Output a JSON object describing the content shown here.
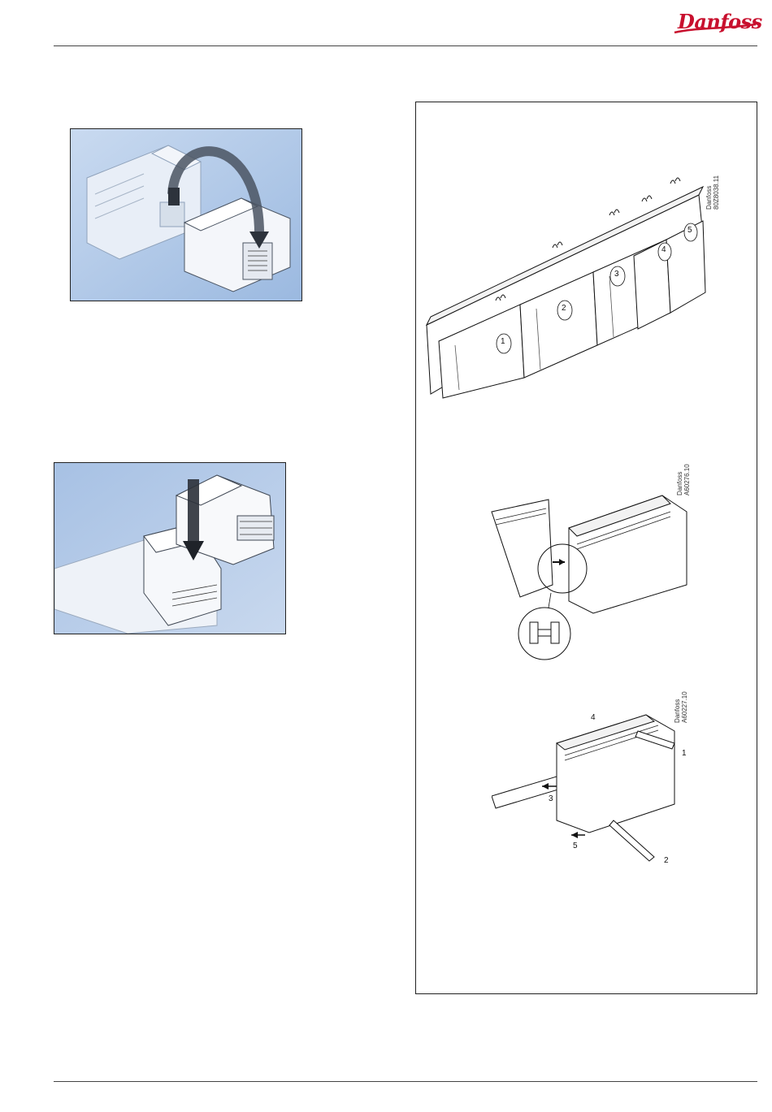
{
  "header": {
    "brand": "Danfoss"
  },
  "figures": {
    "rail_row": {
      "code_line1": "Danfoss",
      "code_line2": "80Z8038.11",
      "module_numbers": [
        "1",
        "2",
        "3",
        "4",
        "5"
      ]
    },
    "module_joint": {
      "code_line1": "Danfoss",
      "code_line2": "A60276.10"
    },
    "module_removal": {
      "code_line1": "Danfoss",
      "code_line2": "A60227.10",
      "step_numbers": [
        "1",
        "2",
        "3",
        "4",
        "5"
      ]
    }
  },
  "colors": {
    "photo_background": "#a9c4e6",
    "logo_red": "#c8102e",
    "frame_border": "#222222"
  }
}
